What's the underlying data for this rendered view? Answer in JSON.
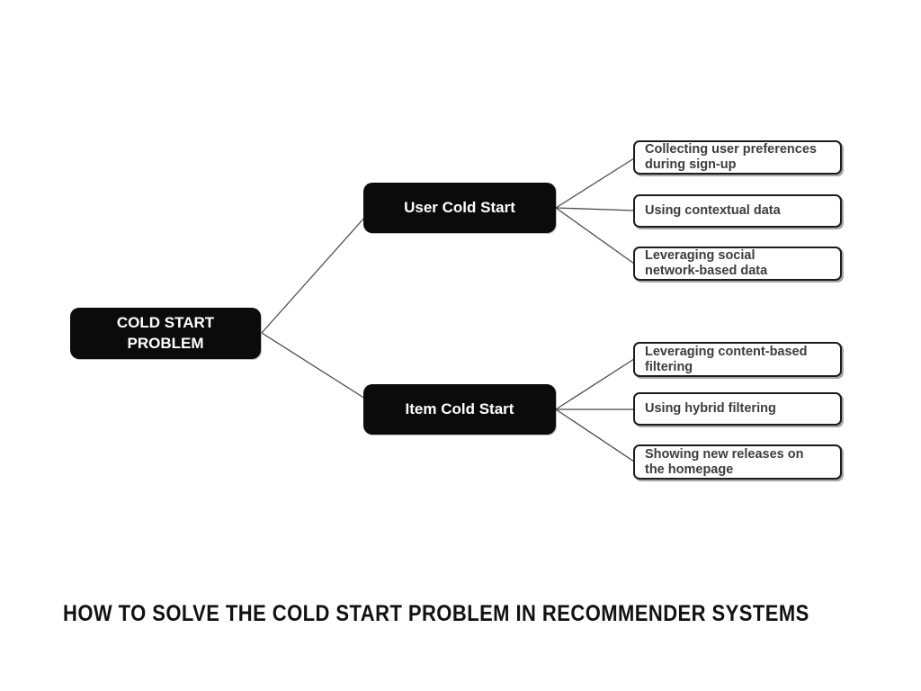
{
  "title": "HOW TO SOLVE THE COLD START PROBLEM IN RECOMMENDER SYSTEMS",
  "diagram": {
    "root": {
      "label": "COLD START\nPROBLEM"
    },
    "branches": [
      {
        "label": "User Cold Start",
        "children": [
          "Collecting user preferences\nduring sign-up",
          "Using contextual data",
          "Leveraging social\nnetwork-based data"
        ]
      },
      {
        "label": "Item Cold Start",
        "children": [
          "Leveraging content-based\nfiltering",
          "Using hybrid filtering",
          "Showing new releases on\nthe homepage"
        ]
      }
    ]
  },
  "colors": {
    "node_bg": "#0b0b0b",
    "node_text": "#ffffff",
    "leaf_border": "#1c1c1c",
    "leaf_text": "#3d3d3d",
    "connector": "#4c4c4c",
    "title_text": "#111111",
    "background": "#ffffff"
  }
}
